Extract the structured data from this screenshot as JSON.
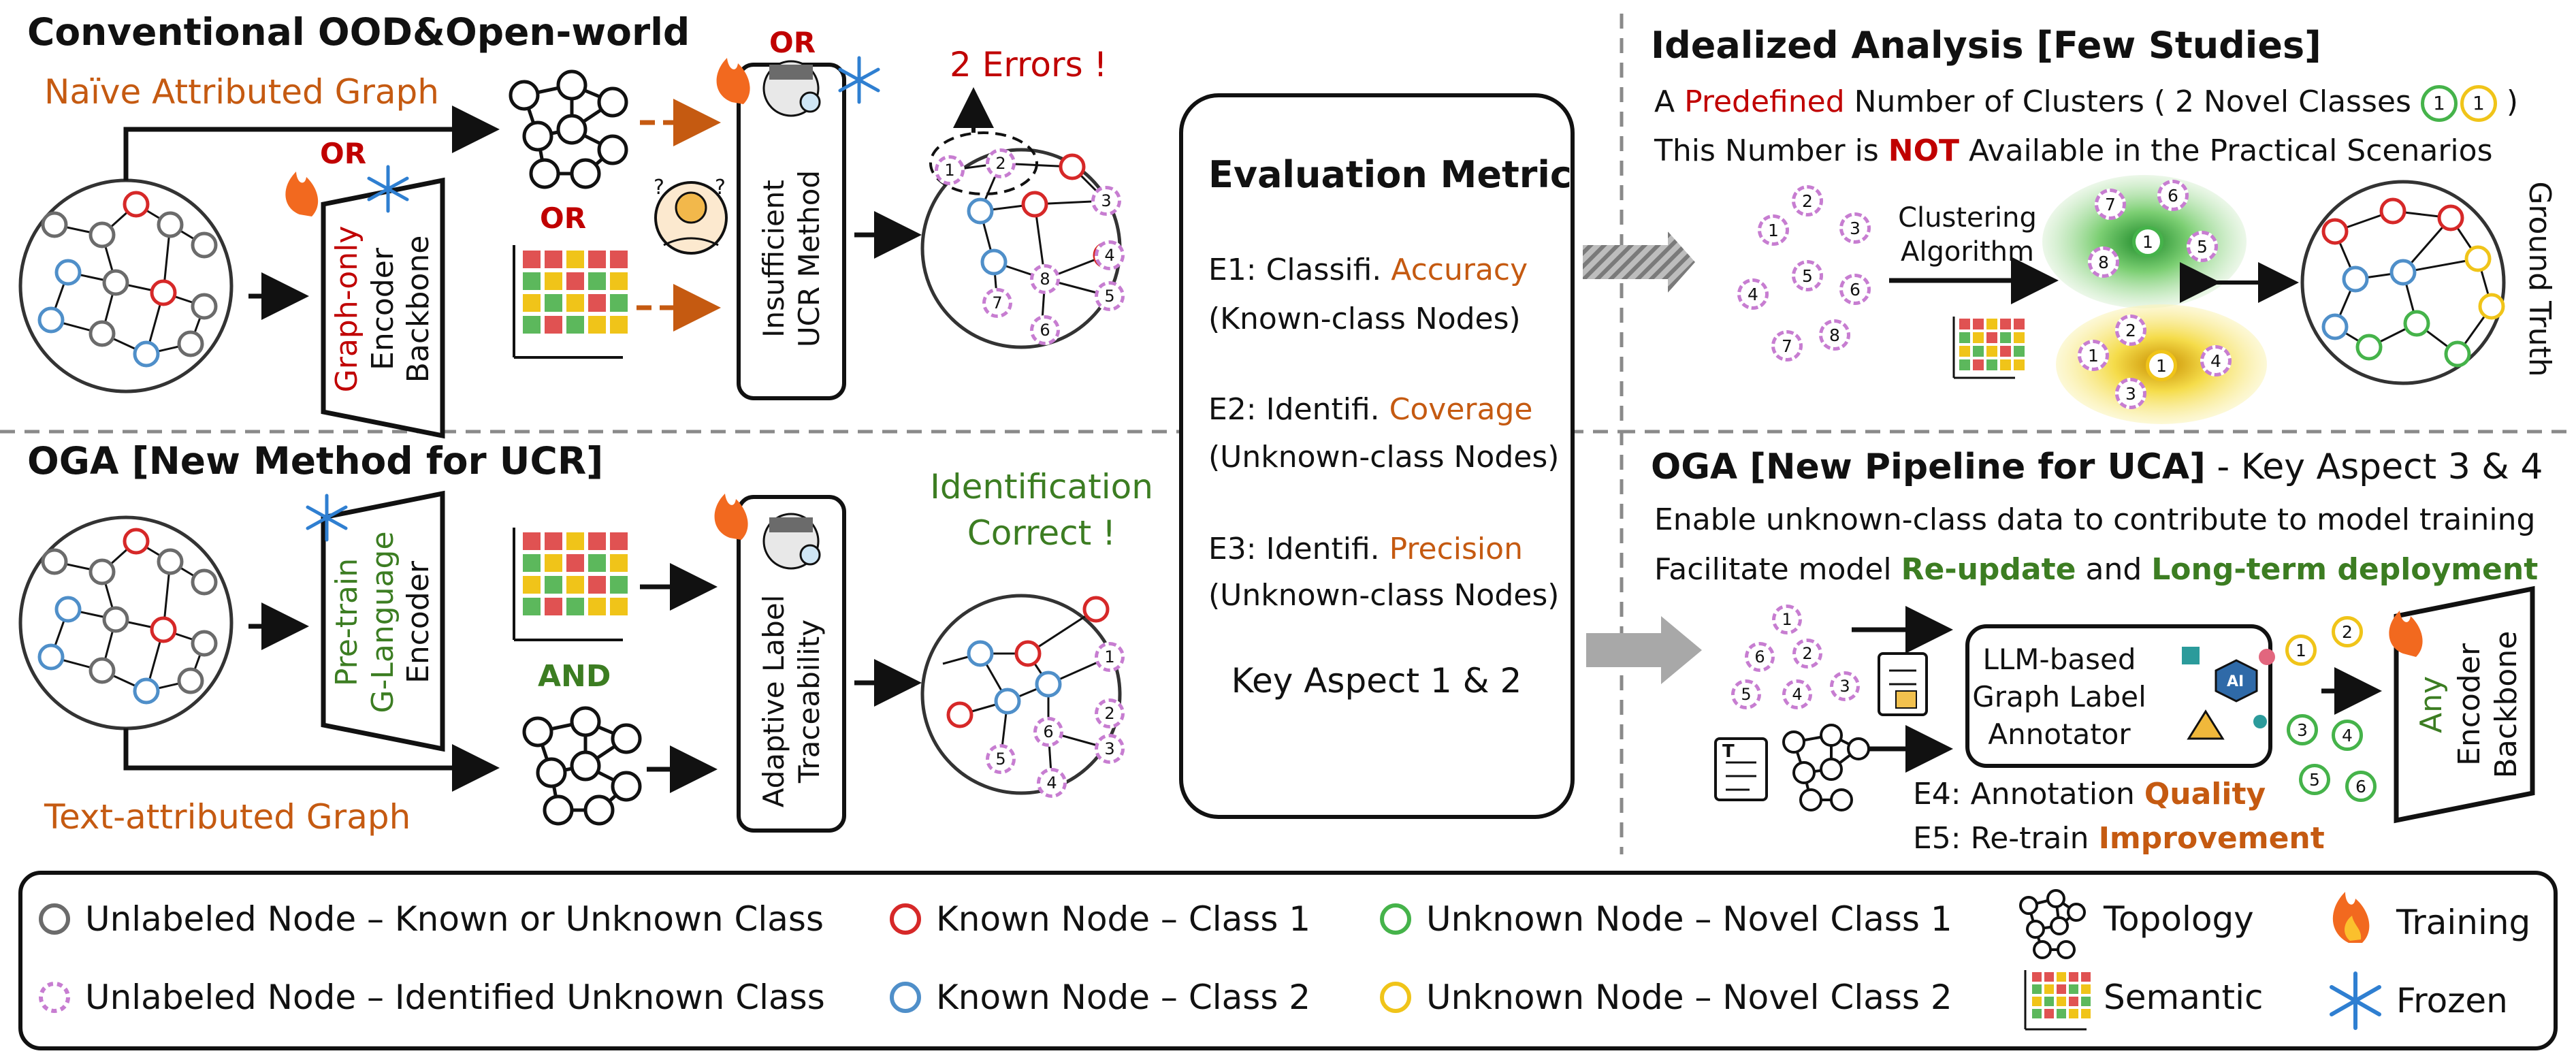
{
  "palette": {
    "red": "#c00000",
    "orange": "#c55a11",
    "green": "#3c7d22",
    "known1": "#d62828",
    "known2": "#4f8fc9",
    "novel1": "#45b34a",
    "novel2": "#f0c419",
    "identified": "#c77dd1",
    "gray": "#6b6b6b"
  },
  "top_left": {
    "title": "Conventional OOD&Open-world",
    "graph_label": "Naïve Attributed Graph",
    "or_encoder": "OR",
    "or_middle": "OR",
    "or_method": "OR",
    "encoder_line1": "Graph-only",
    "encoder_line2": "Encoder",
    "encoder_line3": "Backbone",
    "method_line1": "Insufficient",
    "method_line2": "UCR Method",
    "errors": "2 Errors !",
    "result_nodes": [
      "1",
      "2",
      "3",
      "4",
      "5",
      "6",
      "7",
      "8"
    ]
  },
  "bottom_left": {
    "title": "OGA [New Method for UCR]",
    "graph_label": "Text-attributed Graph",
    "and_label": "AND",
    "encoder_line1": "Pre-train",
    "encoder_line2": "G-Language",
    "encoder_line3": "Encoder",
    "method_line1": "Adaptive Label",
    "method_line2": "Traceability",
    "correct_line1": "Identification",
    "correct_line2": "Correct !",
    "result_nodes": [
      "1",
      "2",
      "3",
      "4",
      "5",
      "6"
    ]
  },
  "metrics": {
    "title": "Evaluation Metric",
    "e1_prefix": "E1: Classifi. ",
    "e1_key": "Accuracy",
    "e1_sub": "(Known-class Nodes)",
    "e2_prefix": "E2: Identifi. ",
    "e2_key": "Coverage",
    "e2_sub": "(Unknown-class Nodes)",
    "e3_prefix": "E3: Identifi. ",
    "e3_key": "Precision",
    "e3_sub": "(Unknown-class Nodes)",
    "aspect": "Key Aspect 1 & 2"
  },
  "top_right": {
    "title": "Idealized Analysis [Few Studies]",
    "line1_a": "A ",
    "line1_b": "Predefined",
    "line1_c": " Number of Clusters ( 2 Novel Classes ",
    "line1_d": " )",
    "line2_a": "This Number is ",
    "line2_b": "NOT",
    "line2_c": " Available in the Practical Scenarios",
    "clustering_line1": "Clustering",
    "clustering_line2": "Algorithm",
    "ground_truth": "Ground Truth",
    "scatter_nodes": [
      "1",
      "2",
      "3",
      "4",
      "5",
      "6",
      "7",
      "8"
    ],
    "cluster_green": [
      "7",
      "6",
      "8",
      "5",
      "1"
    ],
    "cluster_yellow": [
      "2",
      "1",
      "1",
      "4",
      "3"
    ]
  },
  "bottom_right": {
    "title_a": "OGA [New Pipeline for UCA]",
    "title_b": " - Key Aspect 3 & 4",
    "line1": "Enable unknown-class data to contribute to model training",
    "line2_a": "Facilitate model ",
    "line2_b": "Re-update",
    "line2_c": " and ",
    "line2_d": "Long-term deployment",
    "annotator_line1": "LLM-based",
    "annotator_line2": "Graph Label",
    "annotator_line3": "Annotator",
    "e4_prefix": "E4: Annotation ",
    "e4_key": "Quality",
    "e5_prefix": "E5: Re-train ",
    "e5_key": "Improvement",
    "encoder_line1": "Any",
    "encoder_line2": "Encoder",
    "encoder_line3": "Backbone",
    "input_nodes": [
      "1",
      "6",
      "2",
      "5",
      "4",
      "3"
    ],
    "output_nodes_yellow": [
      "1",
      "2"
    ],
    "output_nodes_green": [
      "3",
      "4",
      "5",
      "6"
    ]
  },
  "legend": {
    "unlabeled": "Unlabeled Node – Known or Unknown Class",
    "identified": "Unlabeled Node – Identified Unknown Class",
    "known1": "Known Node – Class 1",
    "known2": "Known Node – Class 2",
    "novel1": "Unknown Node – Novel Class 1",
    "novel2": "Unknown Node – Novel Class 2",
    "topology": "Topology",
    "semantic": "Semantic",
    "training": "Training",
    "frozen": "Frozen"
  }
}
